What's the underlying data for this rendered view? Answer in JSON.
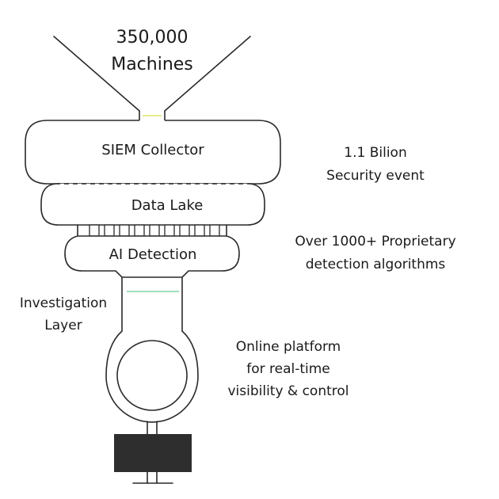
{
  "funnel": {
    "top_label_line1": "350,000",
    "top_label_line2": "Machines",
    "stage1_label": "SIEM Collector",
    "stage2_label": "Data Lake",
    "stage3_label": "AI Detection"
  },
  "side_labels": {
    "events_line1": "1.1 Bilion",
    "events_line2": "Security event",
    "algorithms_line1": "Over 1000+ Proprietary",
    "algorithms_line2": "detection algorithms",
    "investigation_line1": "Investigation",
    "investigation_line2": "Layer",
    "platform_line1": "Online platform",
    "platform_line2": "for real-time",
    "platform_line3": "visibility & control"
  },
  "colors": {
    "stroke": "#2a2a2a",
    "base_block": "#2e2e2e",
    "accent_green": "#7fd6a6",
    "accent_yellow": "#e8ea8c"
  }
}
